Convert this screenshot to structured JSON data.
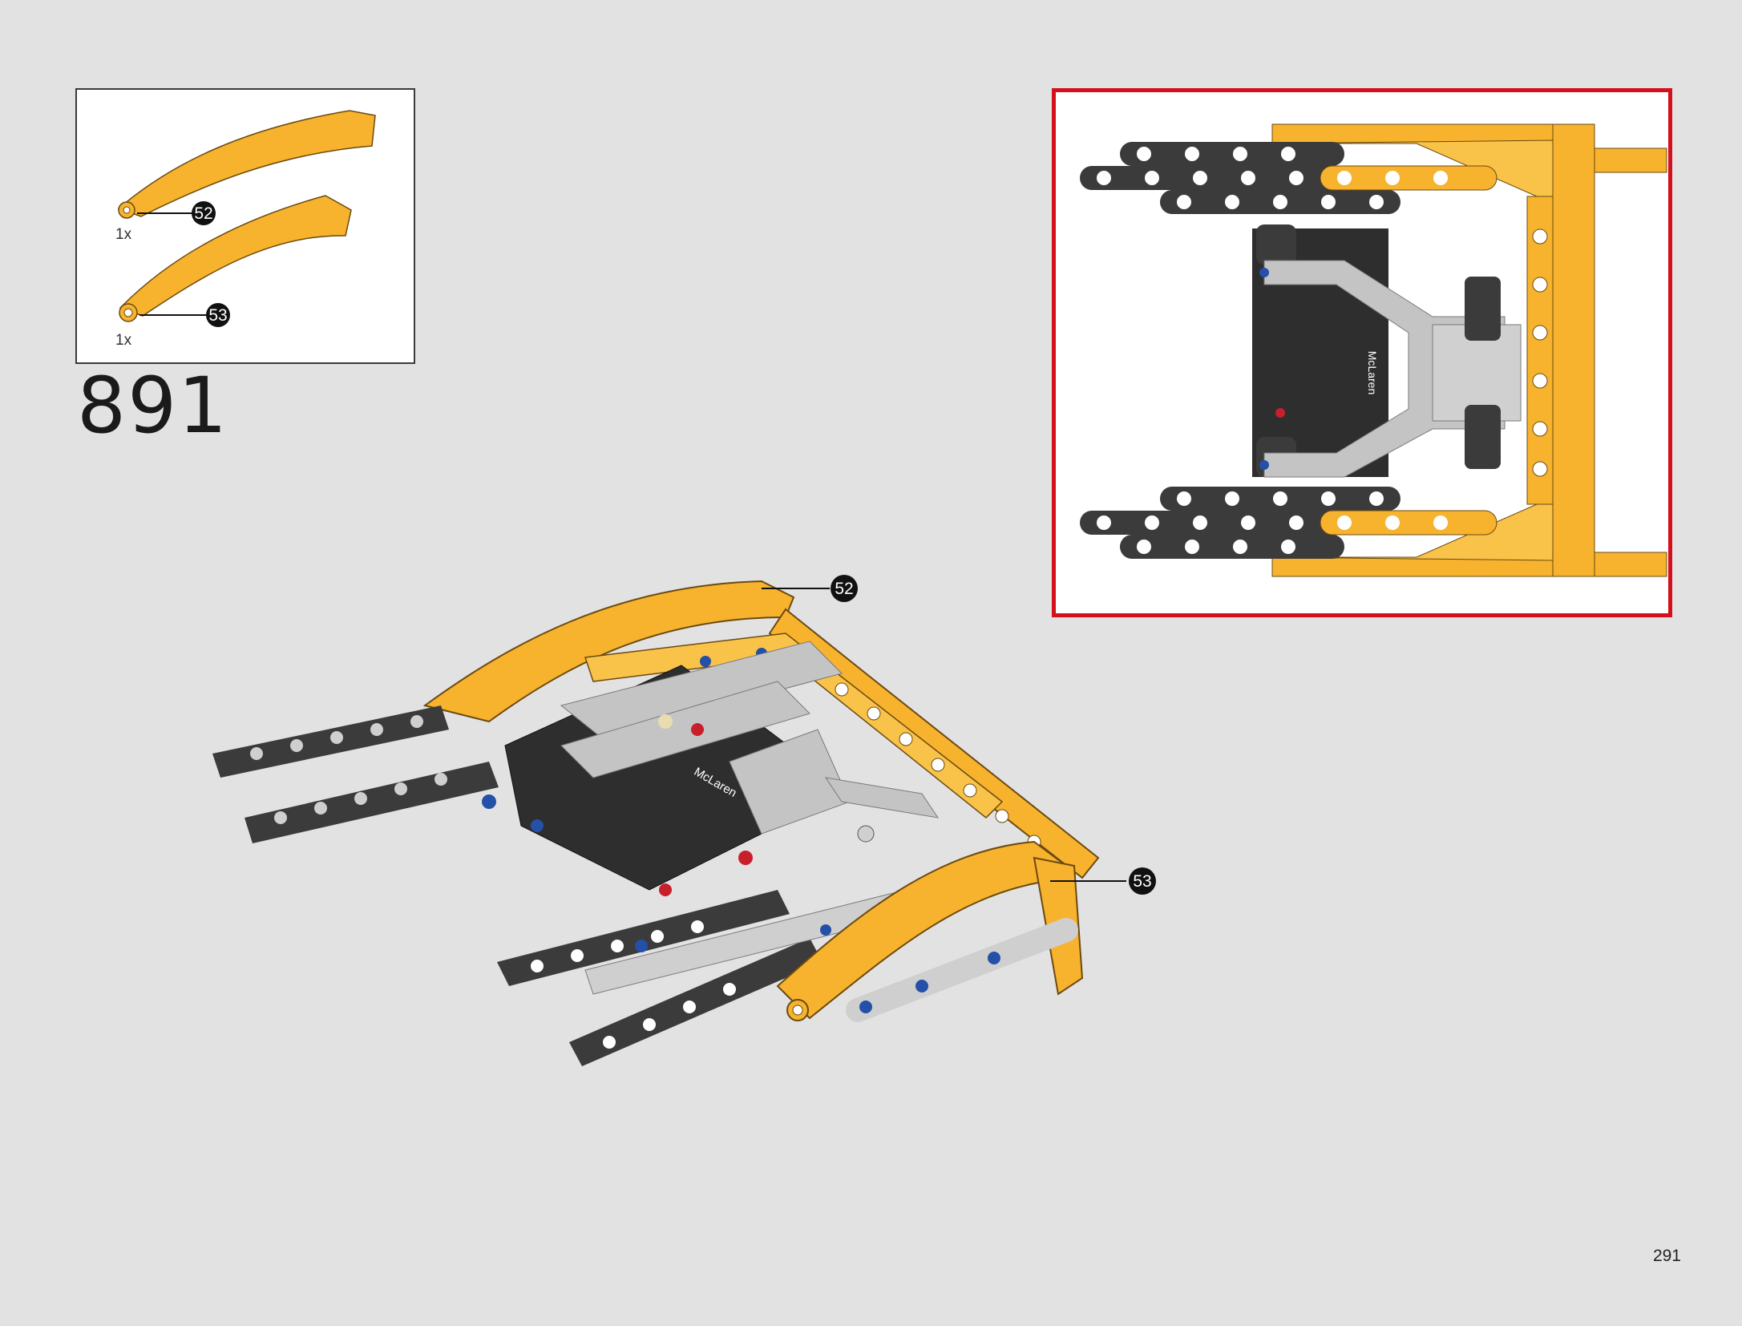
{
  "step": {
    "number": "891"
  },
  "parts": [
    {
      "callout": "52",
      "quantity": "1x"
    },
    {
      "callout": "53",
      "quantity": "1x"
    }
  ],
  "callout_box": {
    "brand_text": "McLaren"
  },
  "assembly": {
    "callouts": [
      "52",
      "53"
    ],
    "brand_text": "McLaren"
  },
  "page": {
    "number": "291"
  },
  "colors": {
    "part_yellow": "#f7b22e",
    "beam_dark": "#3b3b3b",
    "connector_gray": "#b9b9b9",
    "pin_blue": "#2450a8",
    "pin_red": "#c7202b",
    "callout_border": "#d3101c"
  }
}
